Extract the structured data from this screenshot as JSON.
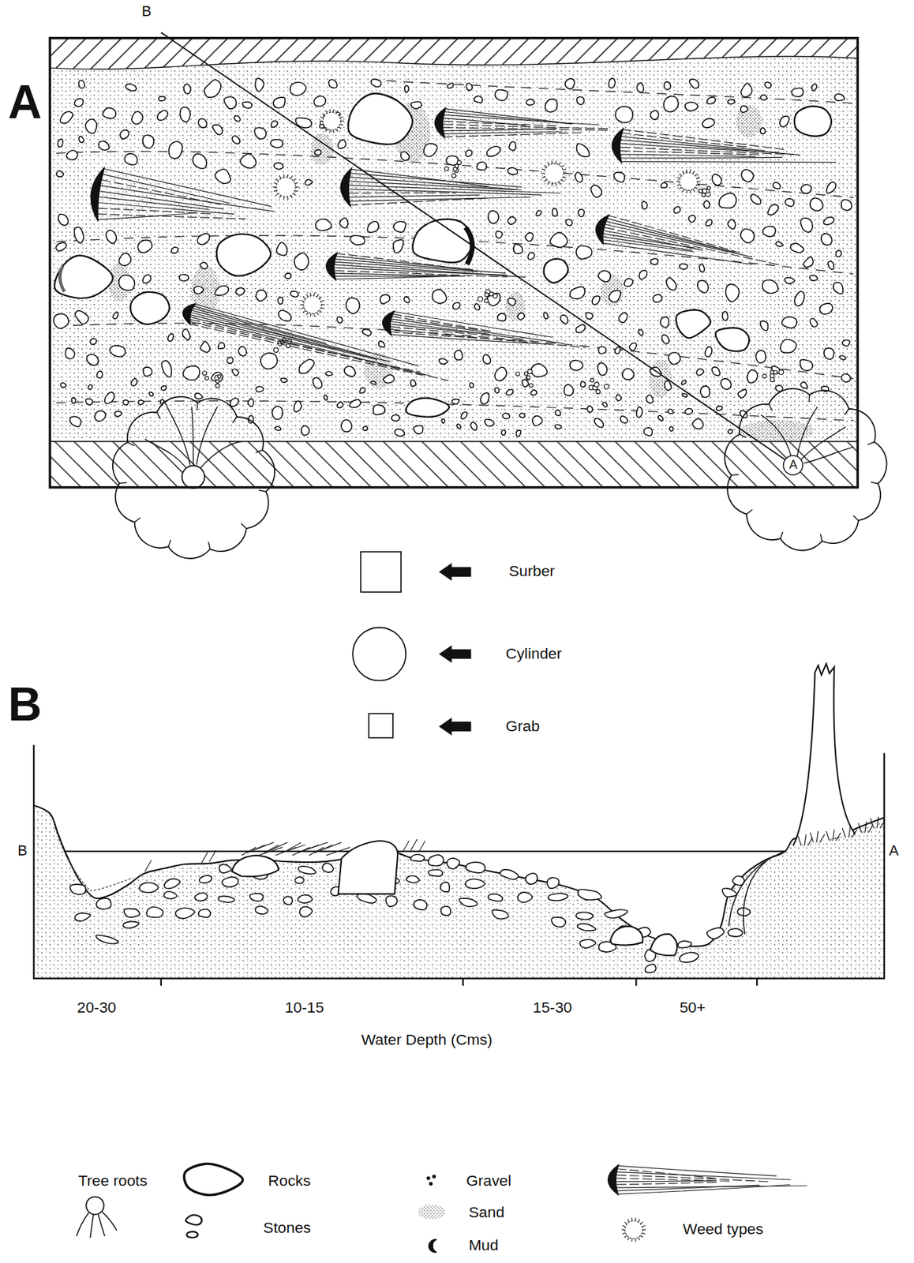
{
  "diagram": {
    "nodes": [
      {
        "text": [
          "A"
        ]
      }
    ],
    "labels": [
      "B",
      "A",
      "B",
      "B",
      "A",
      "20-30",
      "10-15",
      "15-30",
      "50+",
      "Water Depth (Cms)"
    ],
    "legend": [
      {
        "text": "Surber"
      },
      {
        "text": "Cylinder"
      },
      {
        "text": "Grab"
      },
      {
        "text": "Tree roots"
      },
      {
        "text": "Rocks"
      },
      {
        "text": "Stones"
      },
      {
        "text": "Gravel"
      },
      {
        "text": "Sand"
      },
      {
        "text": "Mud"
      },
      {
        "text": "Weed types"
      }
    ]
  }
}
